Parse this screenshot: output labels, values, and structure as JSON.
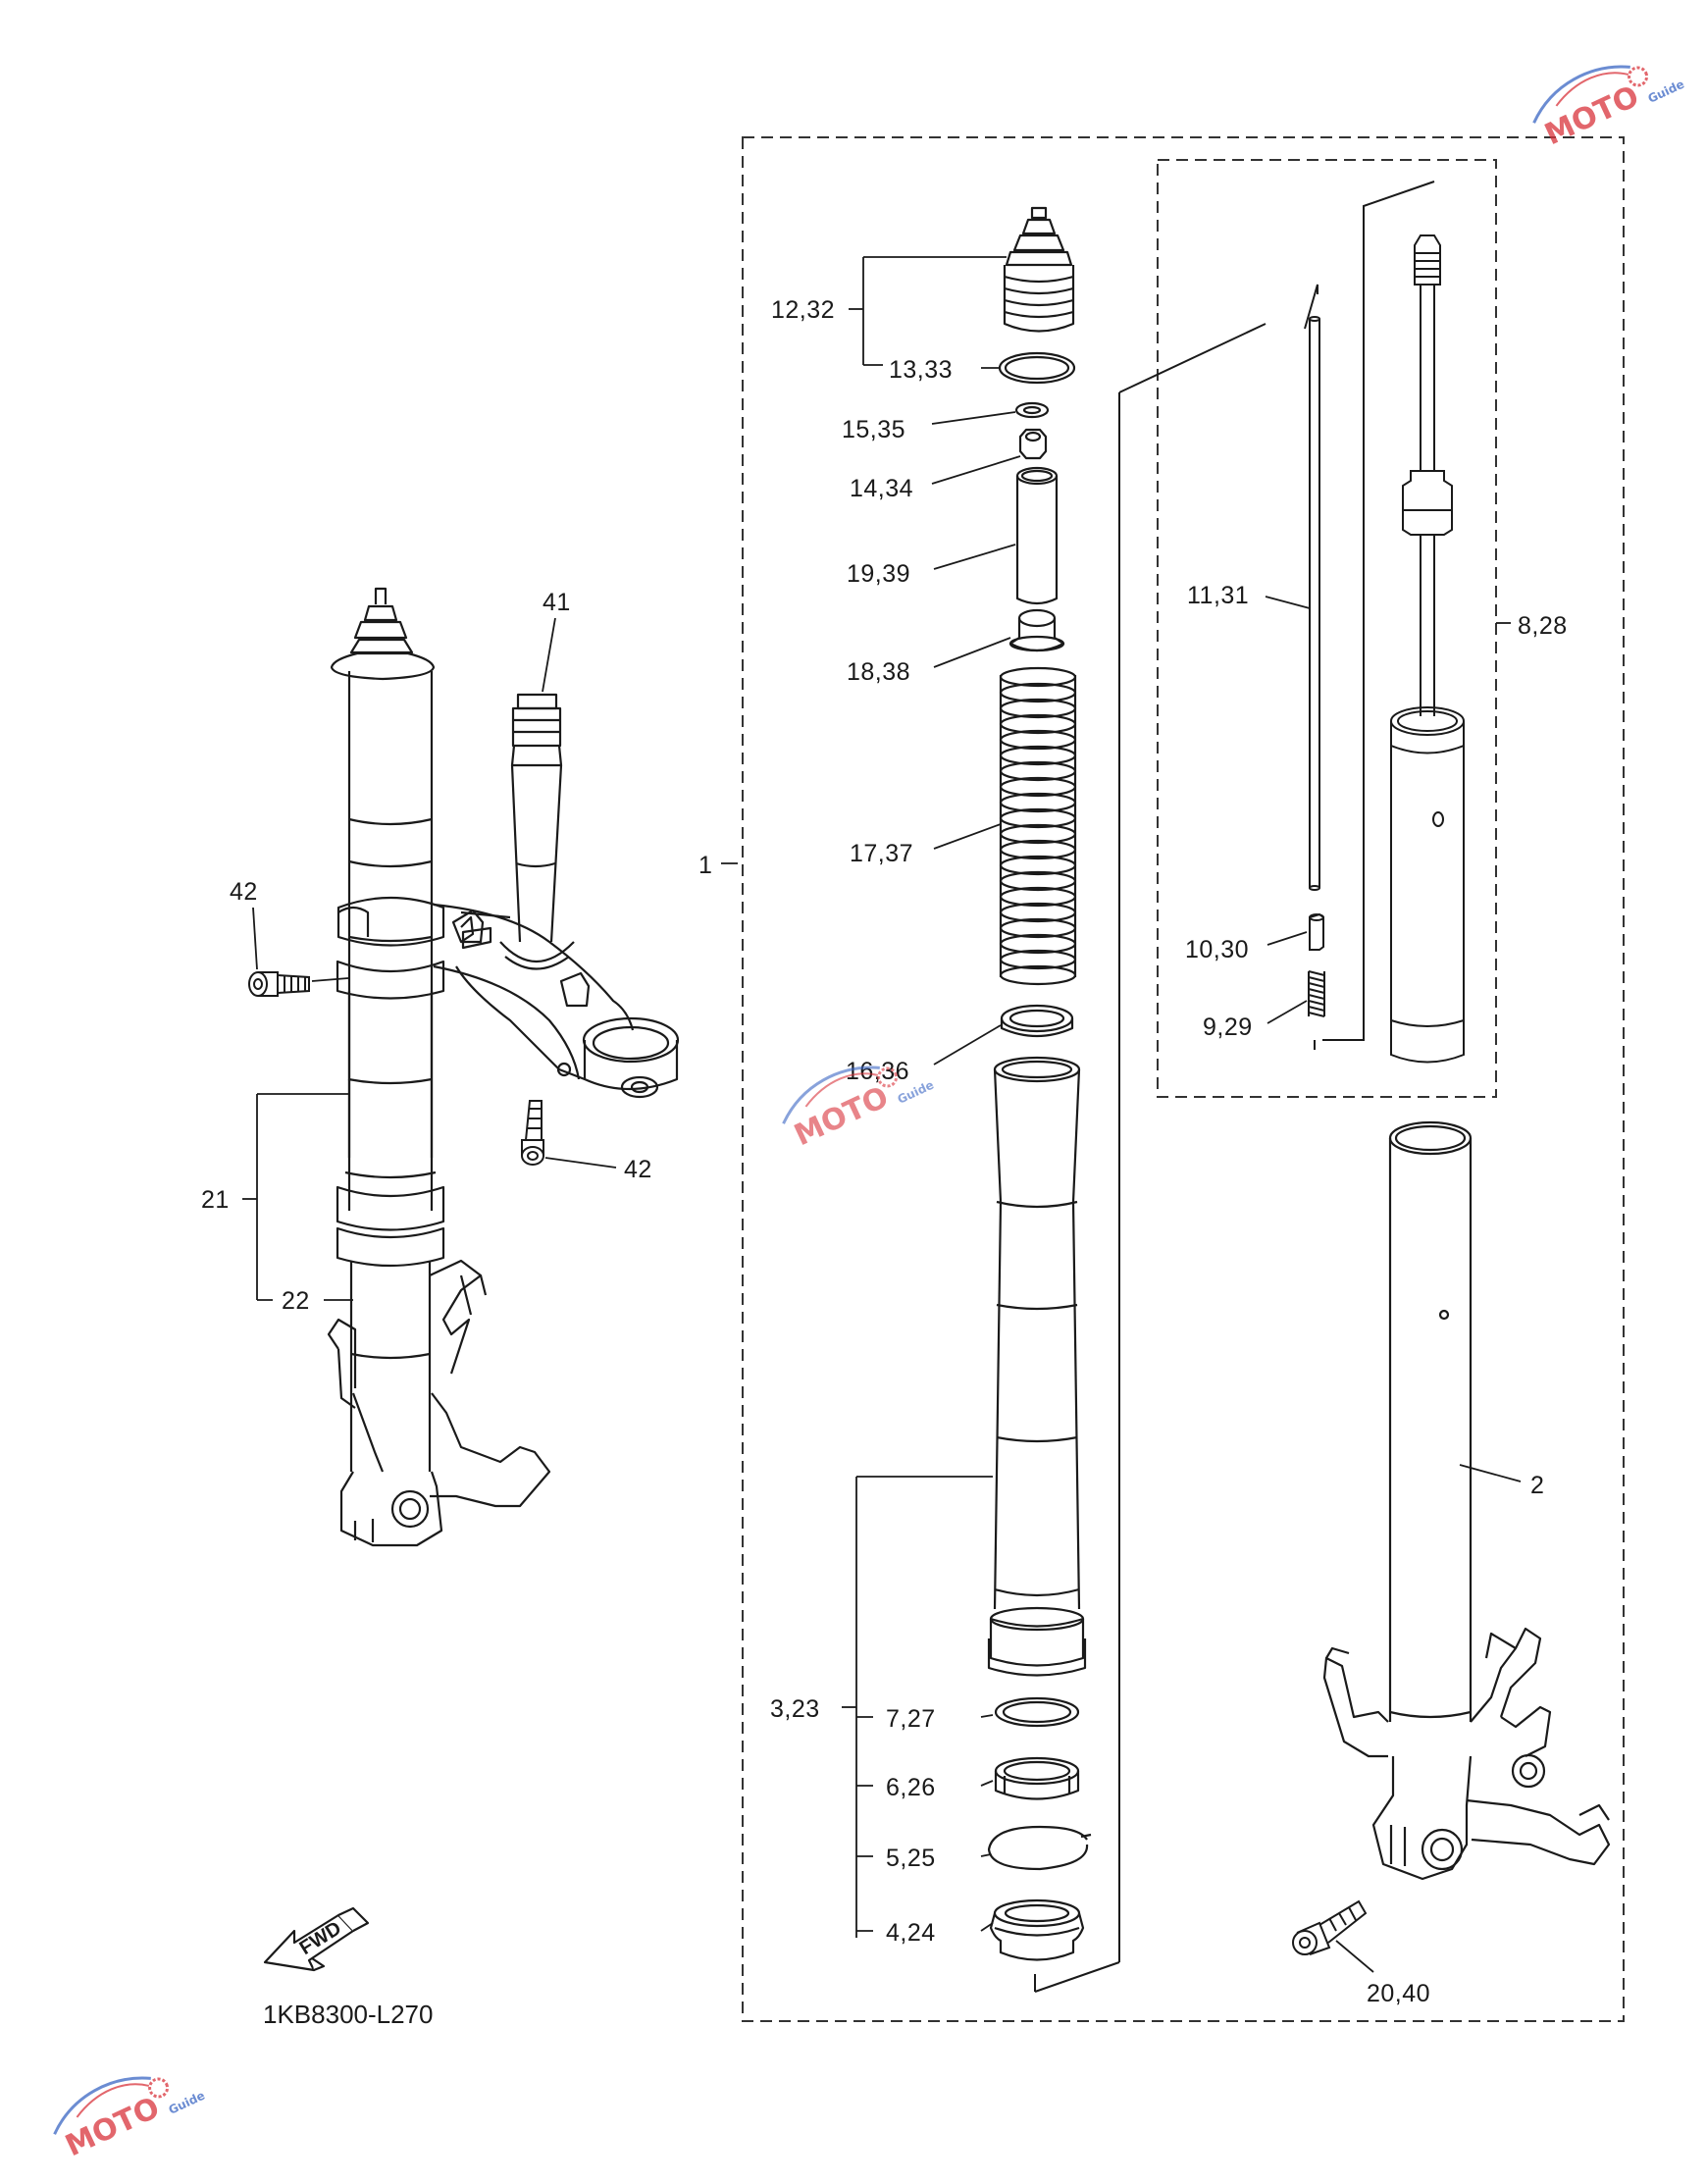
{
  "diagram": {
    "code": "1KB8300-L270",
    "fwd_label": "FWD",
    "callouts": {
      "c12_32": "12,32",
      "c13_33": "13,33",
      "c15_35": "15,35",
      "c14_34": "14,34",
      "c19_39": "19,39",
      "c18_38": "18,38",
      "c17_37": "17,37",
      "c1": "1",
      "c16_36": "16,36",
      "c11_31": "11,31",
      "c8_28": "8,28",
      "c10_30": "10,30",
      "c9_29": "9,29",
      "c41": "41",
      "c42a": "42",
      "c42b": "42",
      "c21": "21",
      "c22": "22",
      "c2": "2",
      "c3_23": "3,23",
      "c7_27": "7,27",
      "c6_26": "6,26",
      "c5_25": "5,25",
      "c4_24": "4,24",
      "c20_40": "20,40"
    },
    "watermark": {
      "brand": "MOTO",
      "sub": "Guide"
    },
    "colors": {
      "line": "#1a1a1a",
      "watermark_red": "#d9343b",
      "watermark_blue": "#3a66c4"
    }
  }
}
